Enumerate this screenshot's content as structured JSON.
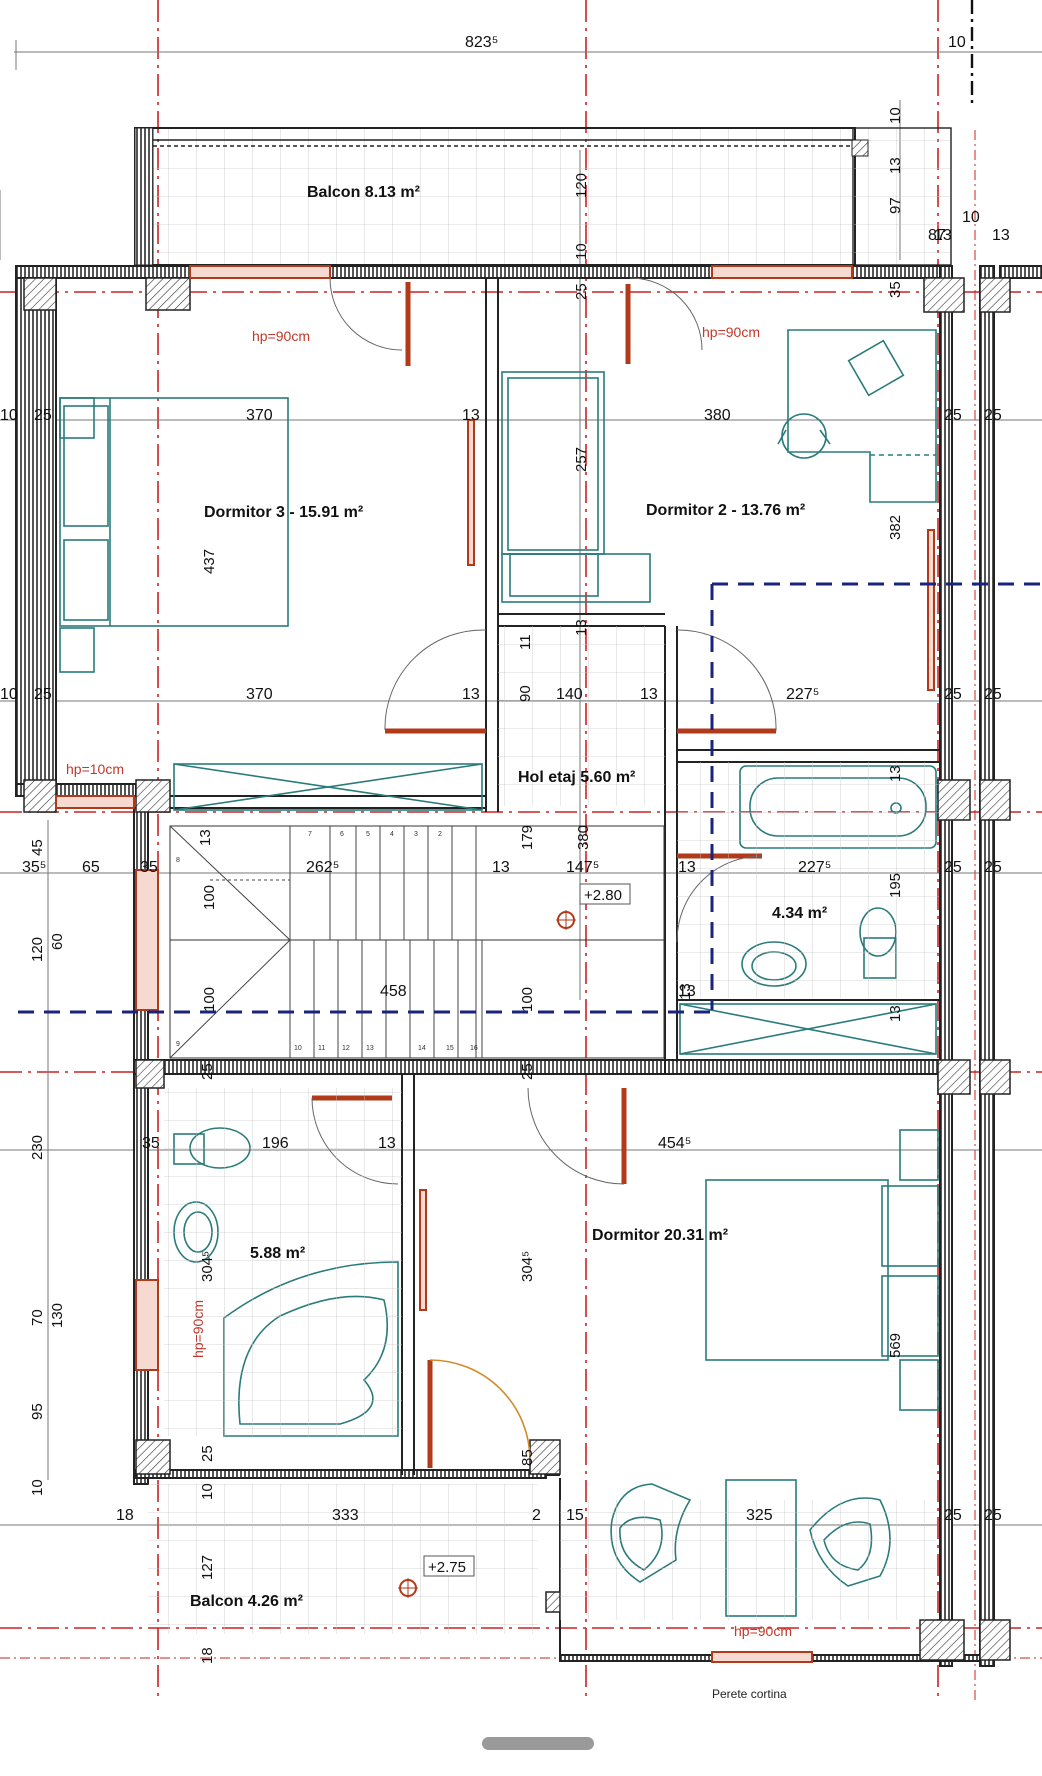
{
  "rooms": {
    "balcon_top": "Balcon 8.13 m²",
    "dormitor3": "Dormitor 3 - 15.91 m²",
    "dormitor2": "Dormitor 2 - 13.76 m²",
    "hol": "Hol etaj 5.60 m²",
    "baie_mica": "4.34 m²",
    "baie_mare": "5.88 m²",
    "dormitor": "Dormitor 20.31 m²",
    "balcon_bottom": "Balcon 4.26 m²"
  },
  "notes": {
    "hp90_a": "hp=90cm",
    "hp90_b": "hp=90cm",
    "hp10": "hp=10cm",
    "hp90_c": "hp=90cm",
    "hp90_d": "hp=90cm",
    "footer": "Perete cortina"
  },
  "elevations": {
    "hol": "+2.80",
    "balcon": "+2.75"
  },
  "dims": {
    "top_total": "823⁵",
    "top_right": "10",
    "r1_left": "10",
    "r1_25a": "25",
    "r1_370": "370",
    "r1_13": "13",
    "r1_380": "380",
    "r1_25b": "25",
    "r1_25c": "25",
    "r2_left": "10",
    "r2_25a": "25",
    "r2_370": "370",
    "r2_13a": "13",
    "r2_140": "140",
    "r2_13b": "13",
    "r2_227": "227⁵",
    "r2_25b": "25",
    "r2_25c": "25",
    "r3_35a": "35⁵",
    "r3_65": "65",
    "r3_35b": "35",
    "r3_262": "262⁵",
    "r3_13a": "13",
    "r3_147": "147⁵",
    "r3_13b": "13",
    "r3_227": "227⁵",
    "r3_25a": "25",
    "r3_25b": "25",
    "r4_458": "458",
    "r4_13": "13",
    "r5_35": "35",
    "r5_196": "196",
    "r5_13": "13",
    "r5_454": "454⁵",
    "r6_18": "18",
    "r6_333": "333",
    "r6_2": "2",
    "r6_15": "15",
    "r6_325": "325",
    "r6_25a": "25",
    "r6_25b": "25",
    "v_10a": "10",
    "v_13a": "13",
    "v_97": "97",
    "v_87": "87",
    "v_13b": "13",
    "v_10b": "10",
    "v_13c": "13",
    "v_120": "120",
    "v_10c": "10",
    "v_25a": "25",
    "v_35": "35",
    "v_257": "257",
    "v_437": "437",
    "v_382": "382",
    "v_13d": "13",
    "v_11": "11",
    "v_90": "90",
    "v_13e": "13",
    "v_179": "179",
    "v_380": "380",
    "v_195": "195",
    "v_13f": "13",
    "v_13g": "13",
    "v_100a": "100",
    "v_100b": "100",
    "v_100c": "100",
    "v_13h": "13",
    "v_45": "45",
    "v_120b": "120",
    "v_60": "60",
    "v_25b": "25",
    "v_25c": "25",
    "v_230": "230",
    "v_304a": "304⁵",
    "v_304b": "304⁵",
    "v_569": "569",
    "v_130": "130",
    "v_70": "70",
    "v_95": "95",
    "v_10d": "10",
    "v_25d": "25",
    "v_85": "85",
    "v_10e": "10",
    "v_127": "127",
    "v_18": "18",
    "v_hp90": "hp=90cm"
  },
  "stairs": {
    "top_steps": [
      "7",
      "6",
      "5",
      "4",
      "3",
      "2"
    ],
    "bottom_steps": [
      "9",
      "10",
      "11",
      "12",
      "13",
      "14",
      "15",
      "16"
    ],
    "side_step": "8"
  },
  "colors": {
    "wall": "#222222",
    "axis": "#cc2222",
    "furniture": "#2a7b7b",
    "window_fill": "#f6d9d0",
    "door": "#b03a1a",
    "cut_line": "#1a237e"
  }
}
